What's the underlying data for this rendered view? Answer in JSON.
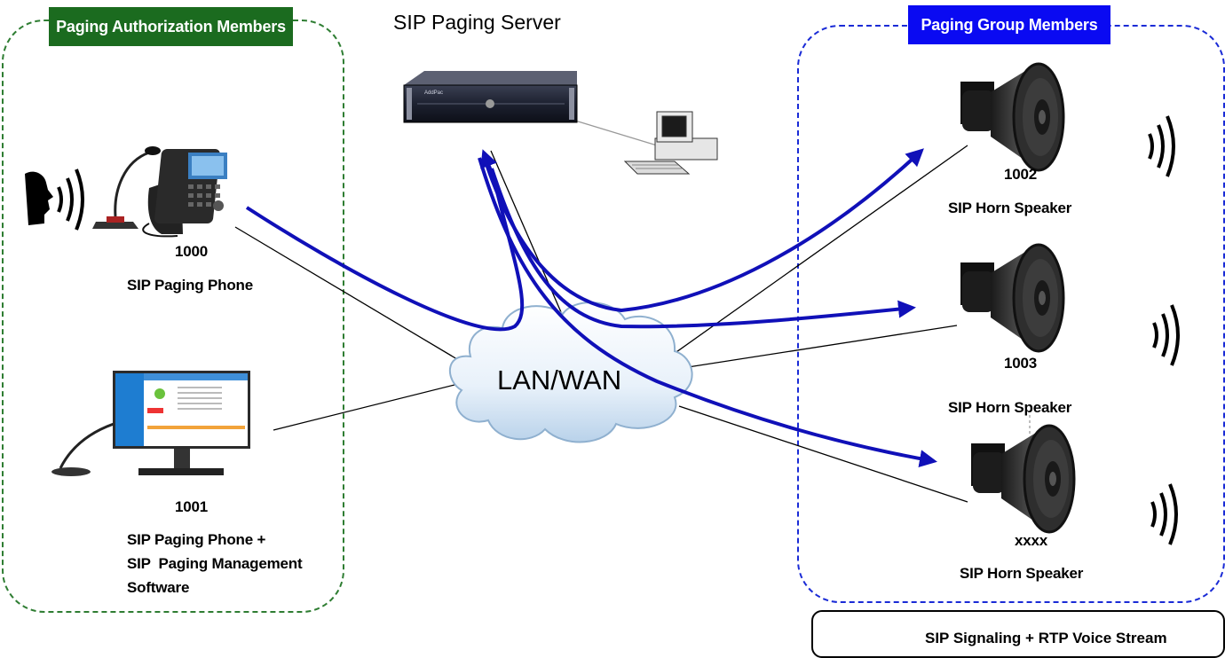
{
  "headers": {
    "authorization": "Paging Authorization Members",
    "group": "Paging Group Members"
  },
  "server": {
    "title": "SIP Paging Server",
    "brand": "AddPac"
  },
  "cloud": {
    "label": "LAN/WAN"
  },
  "phone_1000": {
    "number": "1000",
    "label": "SIP Paging Phone"
  },
  "station_1001": {
    "number": "1001",
    "line1": "SIP Paging Phone +",
    "line2": "SIP  Paging Management",
    "line3": "Software"
  },
  "speakers": [
    {
      "number": "1002",
      "label": "SIP Horn Speaker"
    },
    {
      "number": "1003",
      "label": "SIP Horn Speaker"
    },
    {
      "number": "xxxx",
      "label": "SIP Horn Speaker"
    }
  ],
  "legend": {
    "label": "SIP Signaling + RTP Voice Stream"
  },
  "colors": {
    "auth_green": "#1b6b1f",
    "group_blue": "#0a0af2",
    "stream_blue": "#1010b8"
  }
}
